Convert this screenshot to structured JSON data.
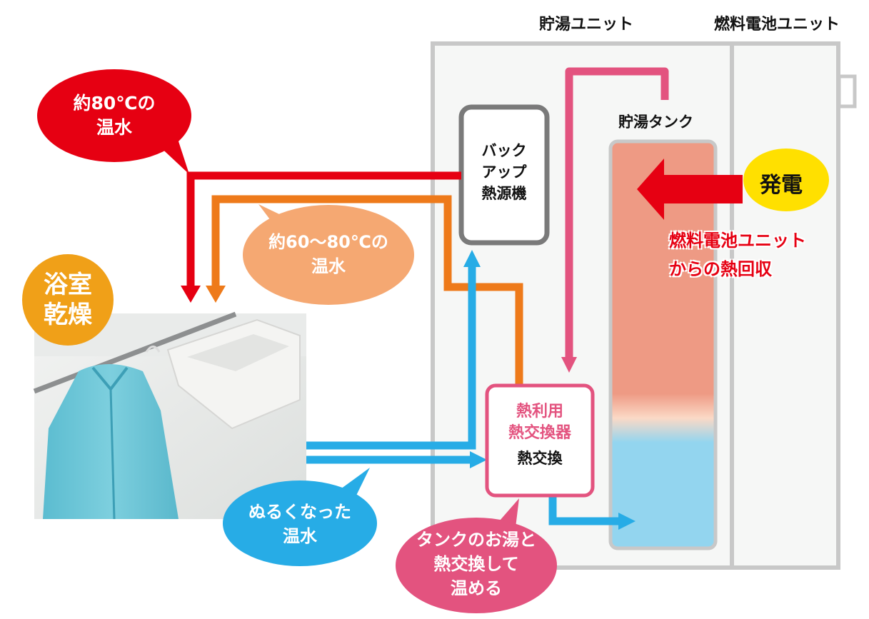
{
  "units": {
    "hot_water_unit": "貯湯ユニット",
    "fuel_cell_unit": "燃料電池ユニット"
  },
  "backup_heater": {
    "line1": "バック",
    "line2": "アップ",
    "line3": "熱源機"
  },
  "tank_label": "貯湯タンク",
  "power": {
    "badge": "発電",
    "note_line1": "燃料電池ユニット",
    "note_line2": "からの熱回収"
  },
  "heat_exchanger": {
    "line1": "熱利用",
    "line2": "熱交換器",
    "line3": "熱交換"
  },
  "bubbles": {
    "hot80_line1": "約80℃の",
    "hot80_line2": "温水",
    "warm_line1": "約60～80℃の",
    "warm_line2": "温水",
    "cool_line1": "ぬるくなった",
    "cool_line2": "温水",
    "tank_line1": "タンクのお湯と",
    "tank_line2": "熱交換して",
    "tank_line3": "温める"
  },
  "bathroom": {
    "line1": "浴室",
    "line2": "乾燥"
  },
  "colors": {
    "red": "#e60012",
    "orange": "#ee7a1a",
    "blue": "#27ace6",
    "pink": "#e3537f",
    "tank_top": "#ee9a84",
    "tank_bottom": "#93d5ef",
    "badge_yellow": "#ffe000",
    "bath_badge": "#f0a018",
    "unit_gray": "#c8c8c8"
  }
}
